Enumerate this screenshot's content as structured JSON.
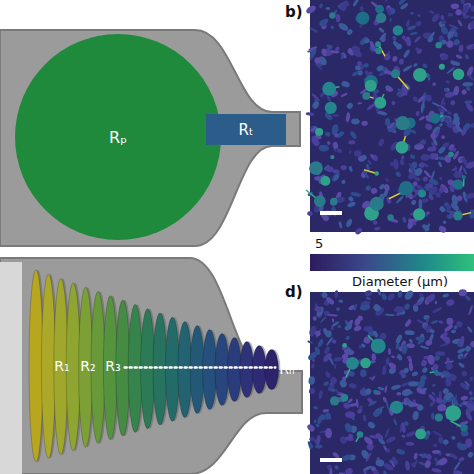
{
  "diagram": {
    "nodes": [
      {
        "text": [
          "Rₚ"
        ]
      },
      {
        "text": [
          "Rₜ"
        ]
      },
      {
        "text": [
          "R₁"
        ]
      },
      {
        "text": [
          "R₂"
        ]
      },
      {
        "text": [
          "R₃"
        ]
      },
      {
        "text": [
          "Rₙ"
        ]
      }
    ],
    "edges": [
      {
        "from": 4,
        "to": 5,
        "arrow": "none"
      }
    ],
    "labels": [
      "b)",
      "5",
      "Diameter (μm)",
      "d)"
    ]
  }
}
